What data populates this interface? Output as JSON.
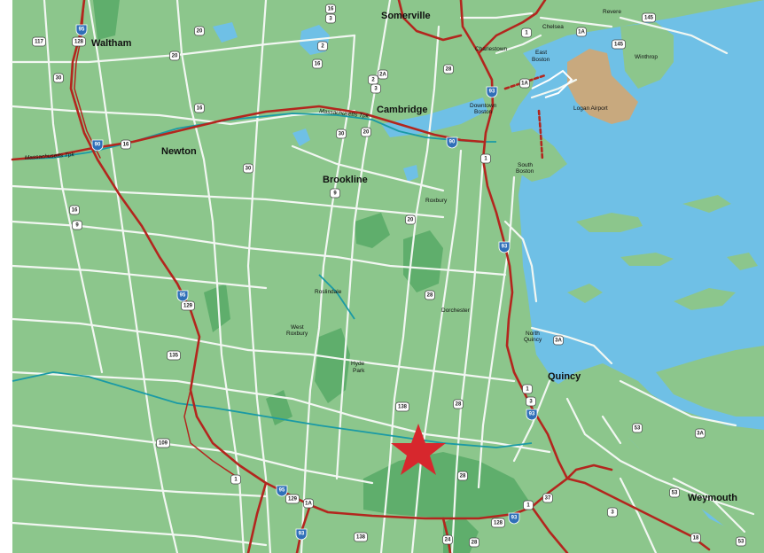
{
  "colors": {
    "land": "#8cc68c",
    "water": "#6fc0e6",
    "park": "#5fae6c",
    "airport": "#c8a97e",
    "interstate": "#b3261e",
    "river": "#1a9aa5",
    "road": "#f2f7f2",
    "star": "#d7272d"
  },
  "towns": [
    {
      "id": "somerville",
      "label": "Somerville",
      "size": "big"
    },
    {
      "id": "waltham",
      "label": "Waltham",
      "size": "big"
    },
    {
      "id": "cambridge",
      "label": "Cambridge",
      "size": "big"
    },
    {
      "id": "newton",
      "label": "Newton",
      "size": "big"
    },
    {
      "id": "brookline",
      "label": "Brookline",
      "size": "big"
    },
    {
      "id": "quincy",
      "label": "Quincy",
      "size": "big"
    },
    {
      "id": "weymouth",
      "label": "Weymouth",
      "size": "big"
    },
    {
      "id": "chelsea",
      "label": "Chelsea",
      "size": "small"
    },
    {
      "id": "revere",
      "label": "Revere",
      "size": "small"
    },
    {
      "id": "winthrop",
      "label": "Winthrop",
      "size": "small"
    },
    {
      "id": "charlestown",
      "label": "Charlestown",
      "size": "small"
    },
    {
      "id": "east-boston-1",
      "label": "East",
      "size": "small"
    },
    {
      "id": "east-boston-2",
      "label": "Boston",
      "size": "small"
    },
    {
      "id": "downtown-1",
      "label": "Downtown",
      "size": "small"
    },
    {
      "id": "downtown-2",
      "label": "Boston",
      "size": "small"
    },
    {
      "id": "logan",
      "label": "Logan Airport",
      "size": "small"
    },
    {
      "id": "south-boston-1",
      "label": "South",
      "size": "small"
    },
    {
      "id": "south-boston-2",
      "label": "Boston",
      "size": "small"
    },
    {
      "id": "roxbury",
      "label": "Roxbury",
      "size": "small"
    },
    {
      "id": "roslindale",
      "label": "Roslindale",
      "size": "small"
    },
    {
      "id": "dorchester",
      "label": "Dorchester",
      "size": "small"
    },
    {
      "id": "west-roxbury-1",
      "label": "West",
      "size": "small"
    },
    {
      "id": "west-roxbury-2",
      "label": "Roxbury",
      "size": "small"
    },
    {
      "id": "hyde-park-1",
      "label": "Hyde",
      "size": "small"
    },
    {
      "id": "hyde-park-2",
      "label": "Park",
      "size": "small"
    },
    {
      "id": "north-quincy-1",
      "label": "North",
      "size": "small"
    },
    {
      "id": "north-quincy-2",
      "label": "Quincy",
      "size": "small"
    },
    {
      "id": "masspike-1",
      "label": "Massachusetts Tpk",
      "size": "small"
    },
    {
      "id": "masspike-2",
      "label": "Massachusetts Tpk",
      "size": "small"
    }
  ],
  "shields": [
    {
      "id": "s1",
      "label": "16"
    },
    {
      "id": "s2",
      "label": "3"
    },
    {
      "id": "s3",
      "label": "2"
    },
    {
      "id": "s4",
      "label": "16"
    },
    {
      "id": "s5",
      "label": "2A"
    },
    {
      "id": "s6",
      "label": "2"
    },
    {
      "id": "s7",
      "label": "3"
    },
    {
      "id": "s8",
      "label": "28"
    },
    {
      "id": "s9",
      "label": "1"
    },
    {
      "id": "s10",
      "label": "1A"
    },
    {
      "id": "s11",
      "label": "1A"
    },
    {
      "id": "s12",
      "label": "145"
    },
    {
      "id": "s13",
      "label": "145"
    },
    {
      "id": "s14",
      "label": "117"
    },
    {
      "id": "s15",
      "label": "128"
    },
    {
      "id": "s16",
      "label": "20"
    },
    {
      "id": "s17",
      "label": "20"
    },
    {
      "id": "s18",
      "label": "30"
    },
    {
      "id": "s19",
      "label": "16"
    },
    {
      "id": "s20",
      "label": "20"
    },
    {
      "id": "s21",
      "label": "30"
    },
    {
      "id": "s22",
      "label": "16"
    },
    {
      "id": "s23",
      "label": "9"
    },
    {
      "id": "s24",
      "label": "30"
    },
    {
      "id": "s25",
      "label": "9"
    },
    {
      "id": "s26",
      "label": "20"
    },
    {
      "id": "s27",
      "label": "28"
    },
    {
      "id": "s28",
      "label": "3A"
    },
    {
      "id": "s29",
      "label": "129"
    },
    {
      "id": "s30",
      "label": "135"
    },
    {
      "id": "s31",
      "label": "109"
    },
    {
      "id": "s32",
      "label": "1"
    },
    {
      "id": "s33",
      "label": "1A"
    },
    {
      "id": "s34",
      "label": "129"
    },
    {
      "id": "s35",
      "label": "1"
    },
    {
      "id": "s36",
      "label": "138"
    },
    {
      "id": "s37",
      "label": "28"
    },
    {
      "id": "s38",
      "label": "28"
    },
    {
      "id": "s39",
      "label": "1"
    },
    {
      "id": "s40",
      "label": "3"
    },
    {
      "id": "s41",
      "label": "53"
    },
    {
      "id": "s42",
      "label": "3A"
    },
    {
      "id": "s43",
      "label": "53"
    },
    {
      "id": "s44",
      "label": "3"
    },
    {
      "id": "s45",
      "label": "18"
    },
    {
      "id": "s46",
      "label": "53"
    },
    {
      "id": "s47",
      "label": "138"
    },
    {
      "id": "s48",
      "label": "24"
    },
    {
      "id": "s49",
      "label": "28"
    },
    {
      "id": "s50",
      "label": "128"
    },
    {
      "id": "s51",
      "label": "1"
    },
    {
      "id": "s52",
      "label": "37"
    },
    {
      "id": "s53",
      "label": "16"
    }
  ],
  "interstates": [
    {
      "id": "i1",
      "label": "95"
    },
    {
      "id": "i2",
      "label": "90"
    },
    {
      "id": "i3",
      "label": "93"
    },
    {
      "id": "i4",
      "label": "90"
    },
    {
      "id": "i5",
      "label": "93"
    },
    {
      "id": "i6",
      "label": "95"
    },
    {
      "id": "i7",
      "label": "95"
    },
    {
      "id": "i8",
      "label": "93"
    },
    {
      "id": "i9",
      "label": "93"
    },
    {
      "id": "i10",
      "label": "93"
    }
  ]
}
